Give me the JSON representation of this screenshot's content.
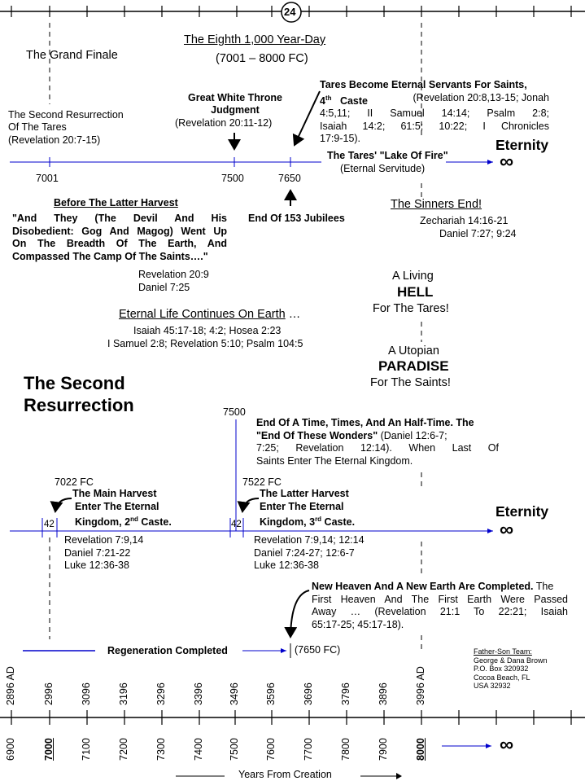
{
  "page_number": "24",
  "header": {
    "title": "The Eighth 1,000 Year-Day",
    "subtitle": "(7001 – 8000 FC)",
    "grand_finale": "The Grand Finale"
  },
  "top_timeline": {
    "second_res_title": "The Second Resurrection\nOf The Tares",
    "second_res_ref": "(Revelation 20:7-15)",
    "gwt_title": "Great White Throne\nJudgment",
    "gwt_ref": "(Revelation 20:11-12)",
    "tares_title": "Tares Become Eternal Servants For Saints,",
    "tares_caste_num": "4",
    "tares_caste_sup": "th",
    "tares_caste_word": "Caste",
    "tares_refs_1": "(Revelation 20:8,13-15; Jonah",
    "tares_refs_2": "4:5,11; II Samuel 14:14; Psalm 2:8;",
    "tares_refs_3": "Isaiah 14:2; 61:5; 10:22; I Chronicles",
    "tares_refs_4": "17:9-15).",
    "tick_7001": "7001",
    "tick_7500": "7500",
    "tick_7650": "7650",
    "lake_title": "The Tares' \"Lake Of Fire\"",
    "lake_sub": "(Eternal Servitude)",
    "eternity": "Eternity",
    "infinity": "∞",
    "jubilees": "End Of 153 Jubilees"
  },
  "middle": {
    "before_harvest": "Before The Latter Harvest",
    "quote_1": "\"And They (The Devil And His",
    "quote_2": "Disobedient: Gog And Magog) Went Up",
    "quote_3": "On The Breadth Of The Earth, And",
    "quote_4": "Compassed The Camp Of The Saints….\"",
    "quote_ref_1": "Revelation 20:9",
    "quote_ref_2": "Daniel 7:25",
    "sinners_end": "The Sinners End!",
    "sinners_ref_1": "Zechariah 14:16-21",
    "sinners_ref_2": "Daniel 7:27; 9:24",
    "living": "A Living",
    "hell": "HELL",
    "for_tares": "For The Tares!",
    "eternal_life": "Eternal Life Continues On Earth",
    "ellipsis": " …",
    "eternal_ref_1": "Isaiah 45:17-18; 4:2; Hosea 2:23",
    "eternal_ref_2": "I Samuel 2:8; Revelation 5:10; Psalm 104:5",
    "utopian": "A Utopian",
    "paradise": "PARADISE",
    "for_saints": "For The  Saints!",
    "big_title_1": "The Second",
    "big_title_2": "Resurrection"
  },
  "lower_timeline": {
    "label_7500": "7500",
    "end_time_1": "End Of A Time, Times, And An Half-Time.  The",
    "end_time_2": "\"End Of These Wonders\"",
    "end_time_2b": " (Daniel 12:6-7;",
    "end_time_3": "7:25; Revelation 12:14).  When Last Of",
    "end_time_4": "Saints  Enter The Eternal Kingdom.",
    "fc_7022": "7022 FC",
    "main_harvest_1": "The Main Harvest",
    "main_harvest_2": "Enter The Eternal",
    "main_harvest_3": "Kingdom, 2",
    "main_harvest_sup": "nd",
    "main_harvest_3b": " Caste.",
    "fc_7522": "7522 FC",
    "latter_harvest_1": "The Latter Harvest",
    "latter_harvest_2": "Enter The Eternal",
    "latter_harvest_3": "Kingdom, 3",
    "latter_harvest_sup": "rd",
    "latter_harvest_3b": " Caste.",
    "forty_two_a": "42",
    "forty_two_b": "42",
    "eternity": "Eternity",
    "infinity": "∞",
    "main_refs_1": "Revelation 7:9,14",
    "main_refs_2": "Daniel 7:21-22",
    "main_refs_3": "Luke 12:36-38",
    "latter_refs_1": "Revelation 7:9,14; 12:14",
    "latter_refs_2": "Daniel 7:24-27; 12:6-7",
    "latter_refs_3": "Luke 12:36-38",
    "new_heaven_bold": "New Heaven And A New Earth Are Completed.",
    "new_heaven_1b": " The",
    "new_heaven_2": "First Heaven And The First Earth Were Passed",
    "new_heaven_3": "Away … (Revelation 21:1 To 22:21; Isaiah",
    "new_heaven_4": "65:17-25; 45:17-18).",
    "regeneration": "Regeneration Completed",
    "fc_7650": "(7650 FC)"
  },
  "credits": {
    "team": "Father-Son Team:",
    "names": "George & Dana Brown",
    "box": "P.O. Box 320932",
    "city": "Cocoa Beach, FL",
    "zip": "USA  32932"
  },
  "bottom_axis": {
    "ad_labels": [
      "2896 AD",
      "2996",
      "3096",
      "3196",
      "3296",
      "3396",
      "3496",
      "3596",
      "3696",
      "3796",
      "3896",
      "3996 AD"
    ],
    "fc_labels": [
      "6900",
      "7000",
      "7100",
      "7200",
      "7300",
      "7400",
      "7500",
      "7600",
      "7700",
      "7800",
      "7900",
      "8000"
    ],
    "bold_fc": [
      "7000",
      "8000"
    ],
    "infinity": "∞",
    "axis_title": "Years From Creation"
  },
  "colors": {
    "timeline_blue": "#0000cc",
    "ink": "#000000"
  }
}
